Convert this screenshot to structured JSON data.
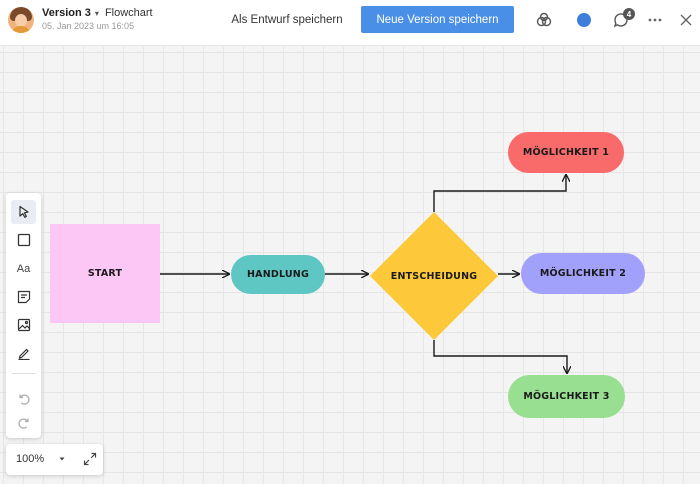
{
  "header": {
    "version_label": "Version 3",
    "version_caret": "▾",
    "doc_type": "Flowchart",
    "timestamp": "05. Jan 2023 um 16:05",
    "save_draft_label": "Als Entwurf speichern",
    "new_version_label": "Neue Version speichern",
    "comment_count": "4",
    "accent_color": "#4a8fe7"
  },
  "flowchart": {
    "start": {
      "label": "START",
      "color": "#fcc6f5"
    },
    "action": {
      "label": "HANDLUNG",
      "color": "#5ec7c4"
    },
    "decision": {
      "label": "ENTSCHEIDUNG",
      "color": "#fdc93a"
    },
    "option1": {
      "label": "MÖGLICHKEIT 1",
      "color": "#f96b6b"
    },
    "option2": {
      "label": "MÖGLICHKEIT 2",
      "color": "#a1a1fb"
    },
    "option3": {
      "label": "MÖGLICHKEIT 3",
      "color": "#98df91"
    }
  },
  "toolbar": {
    "tools": [
      "select-tool",
      "shape-tool",
      "text-tool",
      "sticky-note-tool",
      "image-tool",
      "pen-tool",
      "undo",
      "redo"
    ],
    "text_tool_label": "Aa"
  },
  "zoom": {
    "value": "100%"
  }
}
